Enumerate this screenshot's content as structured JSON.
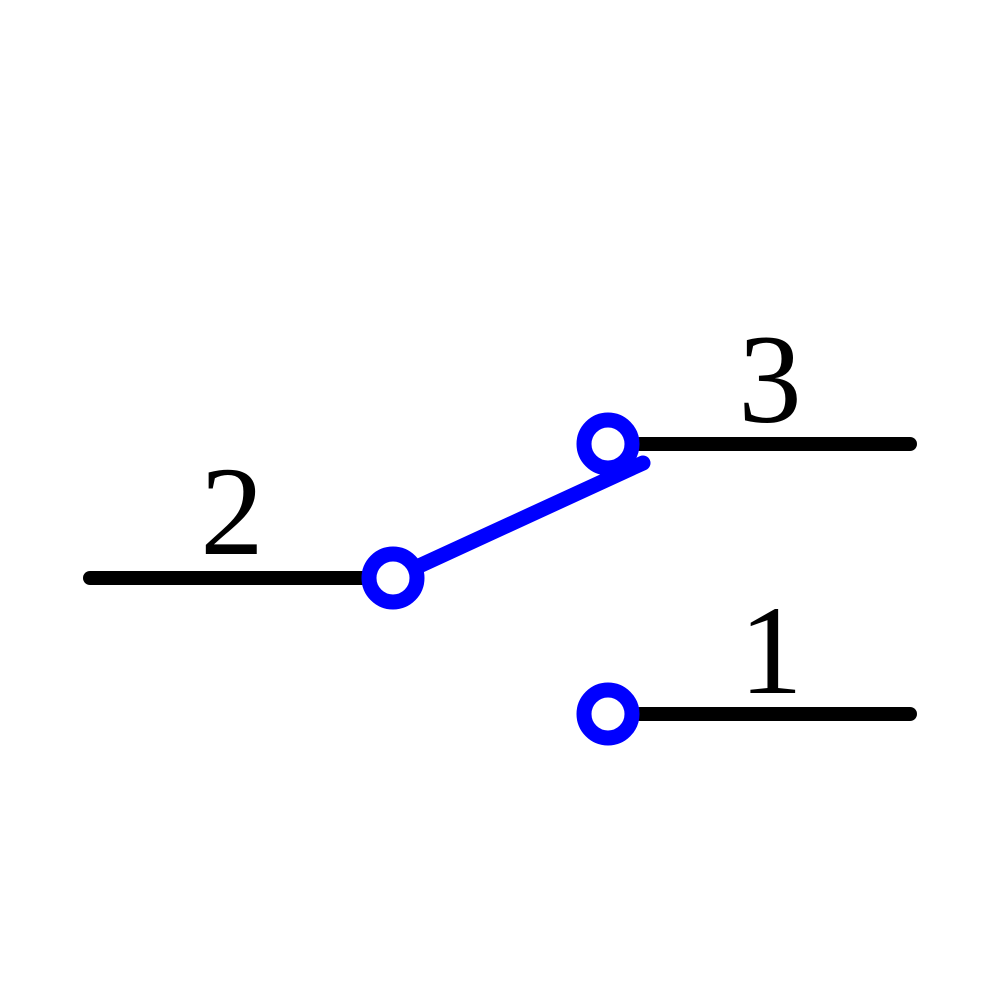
{
  "diagram": {
    "type": "schematic-symbol",
    "component": "SPDT switch (single pole double throw), pole 2 connected to throw 3",
    "background_color": "#ffffff",
    "wire_color": "#000000",
    "accent_color": "#0000ff",
    "terminals": [
      {
        "id": "terminal-1",
        "label": "1",
        "connected": false
      },
      {
        "id": "terminal-2",
        "label": "2",
        "connected": true
      },
      {
        "id": "terminal-3",
        "label": "3",
        "connected": true
      }
    ],
    "labels": {
      "terminal_1": "1",
      "terminal_2": "2",
      "terminal_3": "3"
    }
  }
}
